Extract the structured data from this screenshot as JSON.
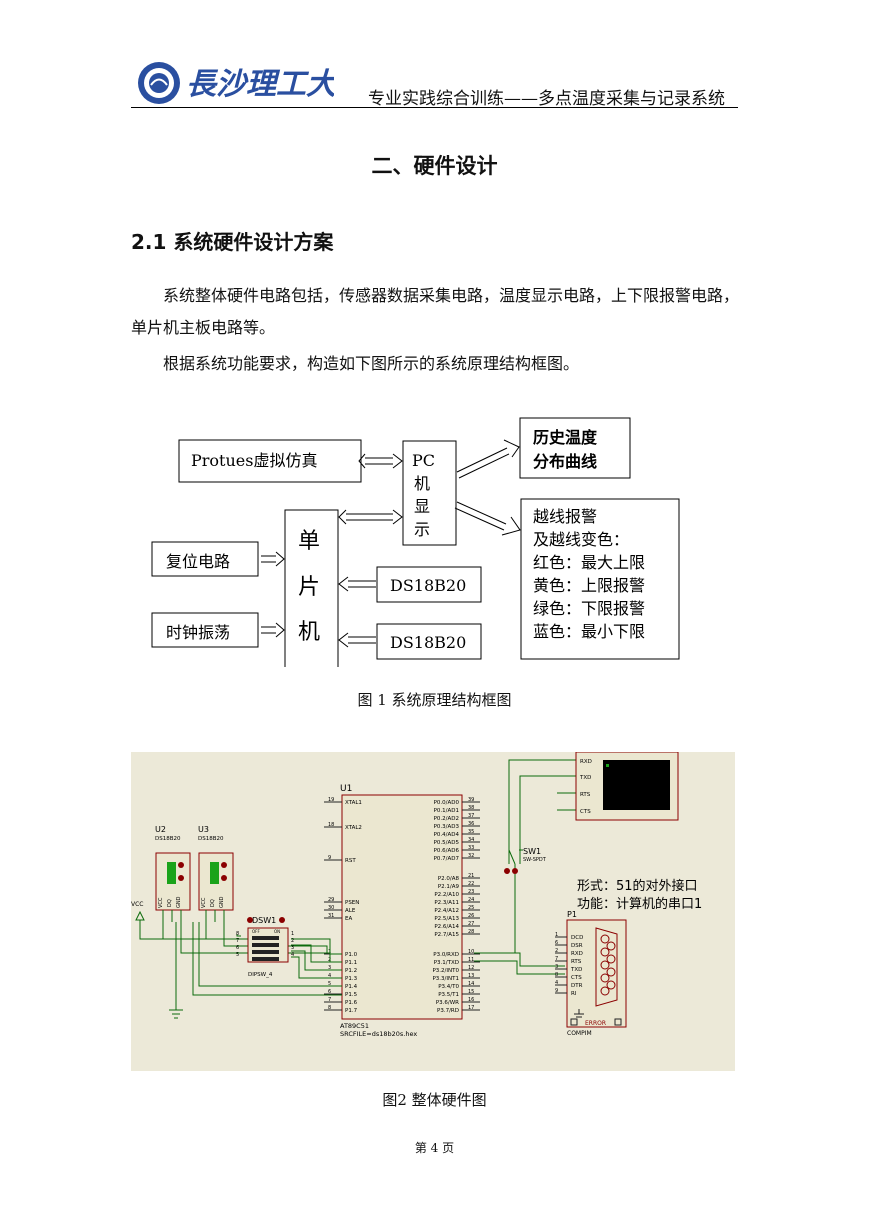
{
  "header": {
    "school_logo_text": "長沙理工大學",
    "title": "专业实践综合训练——多点温度采集与记录系统"
  },
  "chapter_title": "二、硬件设计",
  "section_title": "2.1 系统硬件设计方案",
  "paragraphs": [
    "系统整体硬件电路包括，传感器数据采集电路，温度显示电路，上下限报警电路，单片机主板电路等。",
    "根据系统功能要求，构造如下图所示的系统原理结构框图。"
  ],
  "figure1": {
    "caption": "图 1    系统原理结构框图",
    "boxes": {
      "protues": "Protues虚拟仿真",
      "pc": [
        "PC",
        "机",
        "显",
        "示"
      ],
      "mcu": [
        "单",
        "片",
        "机"
      ],
      "reset": "复位电路",
      "clock": "时钟振荡",
      "ds1": "DS18B20",
      "ds2": "DS18B20",
      "history": [
        "历史温度",
        "分布曲线"
      ],
      "alarm_title": [
        "越线报警",
        "及越线变色："
      ],
      "alarm_items": [
        "红色：最大上限",
        "黄色：上限报警",
        "绿色：下限报警",
        "蓝色：最小下限"
      ]
    }
  },
  "figure2": {
    "caption": "图2    整体硬件图",
    "u1_label": "U1",
    "u1_part": "AT89C51",
    "u1_src": "SRCFILE=ds18b20s.hex",
    "left_pins": [
      {
        "num": "19",
        "name": "XTAL1"
      },
      {
        "num": "18",
        "name": "XTAL2"
      },
      {
        "num": "9",
        "name": "RST"
      },
      {
        "num": "29",
        "name": "PSEN"
      },
      {
        "num": "30",
        "name": "ALE"
      },
      {
        "num": "31",
        "name": "EA"
      }
    ],
    "p1_pins": [
      {
        "num": "1",
        "name": "P1.0"
      },
      {
        "num": "2",
        "name": "P1.1"
      },
      {
        "num": "3",
        "name": "P1.2"
      },
      {
        "num": "4",
        "name": "P1.3"
      },
      {
        "num": "5",
        "name": "P1.4"
      },
      {
        "num": "6",
        "name": "P1.5"
      },
      {
        "num": "7",
        "name": "P1.6"
      },
      {
        "num": "8",
        "name": "P1.7"
      }
    ],
    "p0_pins": [
      {
        "num": "39",
        "name": "P0.0/AD0"
      },
      {
        "num": "38",
        "name": "P0.1/AD1"
      },
      {
        "num": "37",
        "name": "P0.2/AD2"
      },
      {
        "num": "36",
        "name": "P0.3/AD3"
      },
      {
        "num": "35",
        "name": "P0.4/AD4"
      },
      {
        "num": "34",
        "name": "P0.5/AD5"
      },
      {
        "num": "33",
        "name": "P0.6/AD6"
      },
      {
        "num": "32",
        "name": "P0.7/AD7"
      }
    ],
    "p2_pins": [
      {
        "num": "21",
        "name": "P2.0/A8"
      },
      {
        "num": "22",
        "name": "P2.1/A9"
      },
      {
        "num": "23",
        "name": "P2.2/A10"
      },
      {
        "num": "24",
        "name": "P2.3/A11"
      },
      {
        "num": "25",
        "name": "P2.4/A12"
      },
      {
        "num": "26",
        "name": "P2.5/A13"
      },
      {
        "num": "27",
        "name": "P2.6/A14"
      },
      {
        "num": "28",
        "name": "P2.7/A15"
      }
    ],
    "p3_pins": [
      {
        "num": "10",
        "name": "P3.0/RXD"
      },
      {
        "num": "11",
        "name": "P3.1/TXD"
      },
      {
        "num": "12",
        "name": "P3.2/INT0"
      },
      {
        "num": "13",
        "name": "P3.3/INT1"
      },
      {
        "num": "14",
        "name": "P3.4/T0"
      },
      {
        "num": "15",
        "name": "P3.5/T1"
      },
      {
        "num": "16",
        "name": "P3.6/WR"
      },
      {
        "num": "17",
        "name": "P3.7/RD"
      }
    ],
    "u2_label": "U2",
    "u2_part": "DS18B20",
    "u3_label": "U3",
    "u3_part": "DS18B20",
    "sensor_pins": [
      "VCC",
      "DQ",
      "GND"
    ],
    "vcc_label": "VCC",
    "dsw_label": "DSW1",
    "dsw_part": "DIPSW_4",
    "dsw_off": "OFF",
    "dsw_on": "ON",
    "dsw_left_nums": [
      "8",
      "7",
      "6",
      "5"
    ],
    "dsw_right_nums": [
      "1",
      "2",
      "3",
      "4"
    ],
    "sw_label": "SW1",
    "sw_part": "SW-SPDT",
    "terminal_pins": [
      "RXD",
      "TXD",
      "RTS",
      "CTS"
    ],
    "p1_label": "P1",
    "port_note1": "形式：51的对外接口",
    "port_note2": "功能：计算机的串口1",
    "com_pins": [
      {
        "num": "1",
        "name": "DCD"
      },
      {
        "num": "6",
        "name": "DSR"
      },
      {
        "num": "2",
        "name": "RXD"
      },
      {
        "num": "7",
        "name": "RTS"
      },
      {
        "num": "3",
        "name": "TXD"
      },
      {
        "num": "8",
        "name": "CTS"
      },
      {
        "num": "4",
        "name": "DTR"
      },
      {
        "num": "9",
        "name": "RI"
      }
    ],
    "com_error": "ERROR",
    "com_part": "COMPIM"
  },
  "footer": {
    "page": "第 4 页"
  },
  "colors": {
    "schematic_bg": "#ece9d8",
    "wire": "#0b6b0b",
    "part_red": "#8b0000",
    "sensor_green": "#1aa31a"
  }
}
